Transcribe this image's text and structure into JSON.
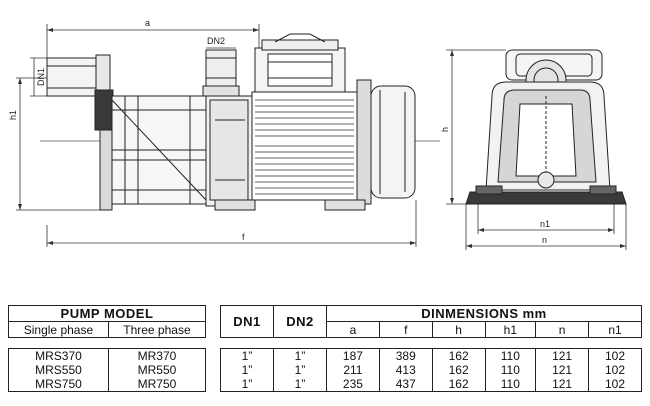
{
  "drawing": {
    "dimension_labels": {
      "a": "a",
      "dn2": "DN2",
      "dn1": "DN1",
      "h1": "h1",
      "f": "f",
      "h": "h",
      "n1": "n1",
      "n": "n"
    }
  },
  "model_table": {
    "title": "PUMP MODEL",
    "columns": [
      "Single phase",
      "Three  phase"
    ],
    "rows": [
      [
        "MRS370",
        "MR370"
      ],
      [
        "MRS550",
        "MR550"
      ],
      [
        "MRS750",
        "MR750"
      ]
    ]
  },
  "dim_table": {
    "col_dn1": "DN1",
    "col_dn2": "DN2",
    "title": "DINMENSIONS  mm",
    "columns": [
      "a",
      "f",
      "h",
      "h1",
      "n",
      "n1"
    ],
    "rows": [
      [
        "1”",
        "1”",
        "187",
        "389",
        "162",
        "110",
        "121",
        "102"
      ],
      [
        "1”",
        "1”",
        "211",
        "413",
        "162",
        "110",
        "121",
        "102"
      ],
      [
        "1”",
        "1”",
        "235",
        "437",
        "162",
        "110",
        "121",
        "102"
      ]
    ]
  }
}
